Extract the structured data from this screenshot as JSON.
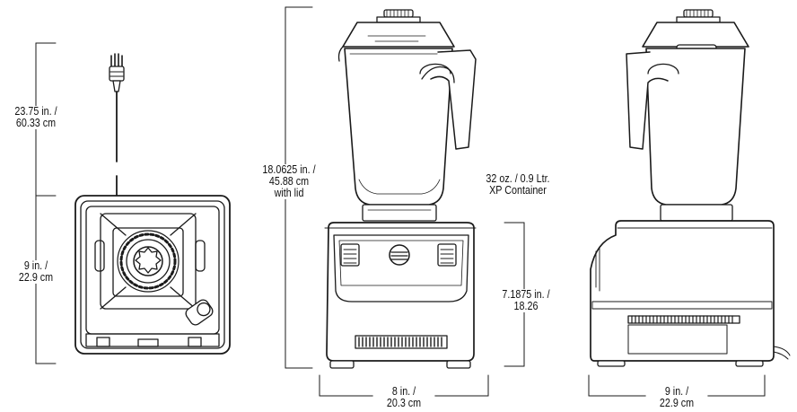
{
  "dimensions": {
    "cord_length": {
      "line1": "23.75 in. /",
      "line2": "60.33 cm"
    },
    "base_depth_top": {
      "line1": "9 in. /",
      "line2": "22.9 cm"
    },
    "overall_height": {
      "line1": "18.0625 in. /",
      "line2": "45.88 cm",
      "line3": "with lid"
    },
    "container": {
      "line1": "32 oz. / 0.9 Ltr.",
      "line2": "XP Container"
    },
    "base_height": {
      "line1": "7.1875 in. /",
      "line2": "18.26"
    },
    "front_width": {
      "line1": "8 in. /",
      "line2": "20.3 cm"
    },
    "side_depth": {
      "line1": "9 in. /",
      "line2": "22.9 cm"
    }
  },
  "colors": {
    "line": "#1a1a1a",
    "background": "#ffffff"
  }
}
